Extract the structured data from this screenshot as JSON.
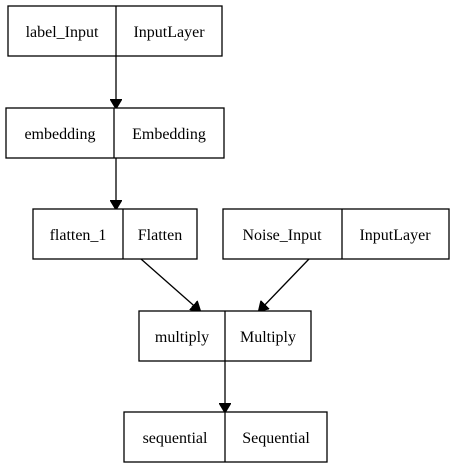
{
  "nodes": [
    {
      "id": "label_input",
      "name": "label_Input",
      "type": "InputLayer"
    },
    {
      "id": "embedding",
      "name": "embedding",
      "type": "Embedding"
    },
    {
      "id": "flatten_1",
      "name": "flatten_1",
      "type": "Flatten"
    },
    {
      "id": "noise_input",
      "name": "Noise_Input",
      "type": "InputLayer"
    },
    {
      "id": "multiply",
      "name": "multiply",
      "type": "Multiply"
    },
    {
      "id": "sequential",
      "name": "sequential",
      "type": "Sequential"
    }
  ],
  "edges": [
    {
      "from": "label_input",
      "to": "embedding"
    },
    {
      "from": "embedding",
      "to": "flatten_1"
    },
    {
      "from": "flatten_1",
      "to": "multiply"
    },
    {
      "from": "noise_input",
      "to": "multiply"
    },
    {
      "from": "multiply",
      "to": "sequential"
    }
  ],
  "colors": {
    "stroke": "#000000",
    "fill": "#ffffff",
    "text": "#000000"
  }
}
